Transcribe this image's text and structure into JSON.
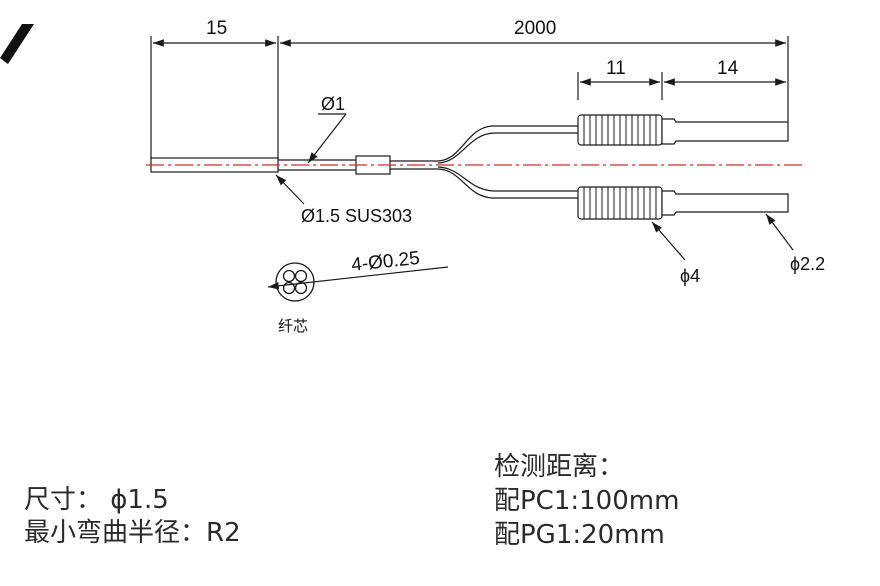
{
  "diagram": {
    "dim_left": "15",
    "dim_total": "2000",
    "dim_knurl": "11",
    "dim_tip": "14",
    "label_inner_dia": "Ø1",
    "label_sleeve": "Ø1.5 SUS303",
    "label_cores": "4-Ø0.25",
    "label_core_caption": "纤芯",
    "label_nut_dia": "ϕ4",
    "label_cable_dia": "ϕ2.2"
  },
  "specs": {
    "size": "尺寸：  ϕ1.5",
    "bend_radius": "最小弯曲半径：R2",
    "detect_title": "检测距离：",
    "detect_pc1": "配PC1:100mm",
    "detect_pg1": "配PG1:20mm"
  },
  "colors": {
    "line": "#1a1a1a",
    "center_line": "#d42a2a",
    "corner_mark": "#111111"
  }
}
